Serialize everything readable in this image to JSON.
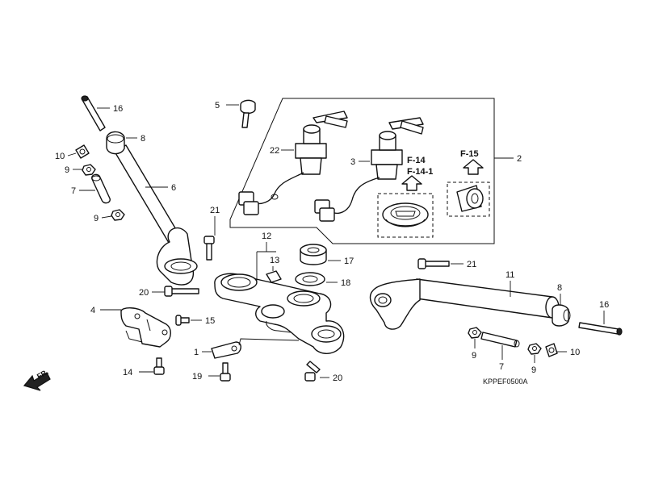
{
  "callouts": {
    "c1": "1",
    "c2": "2",
    "c3": "3",
    "c4": "4",
    "c5": "5",
    "c6": "6",
    "c7a": "7",
    "c7b": "7",
    "c8a": "8",
    "c8b": "8",
    "c9a": "9",
    "c9b": "9",
    "c9c": "9",
    "c9d": "9",
    "c10a": "10",
    "c10b": "10",
    "c11": "11",
    "c12": "12",
    "c13": "13",
    "c14": "14",
    "c15": "15",
    "c16a": "16",
    "c16b": "16",
    "c17": "17",
    "c18": "18",
    "c19": "19",
    "c20a": "20",
    "c20b": "20",
    "c21a": "21",
    "c21b": "21",
    "c22": "22"
  },
  "references": {
    "f14": "F-14",
    "f141": "F-14-1",
    "f15": "F-15"
  },
  "diagram_code": "KPPEF0500A",
  "direction_label": "FR.",
  "colors": {
    "line": "#111111",
    "background": "#ffffff"
  }
}
